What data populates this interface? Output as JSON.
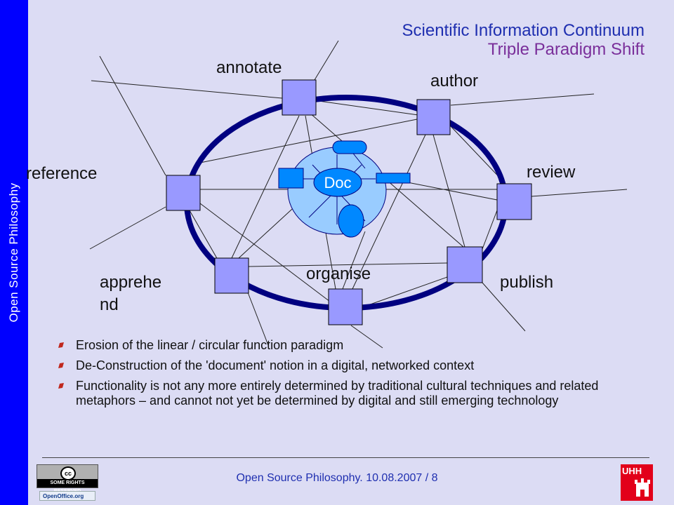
{
  "sidebar": {
    "text": "Open Source Philosophy"
  },
  "title": {
    "line1": "Scientific Information Continuum",
    "line2": "Triple Paradigm Shift"
  },
  "diagram": {
    "center_label": "Doc",
    "nodes": {
      "annotate": "annotate",
      "author": "author",
      "reference": "reference",
      "review": "review",
      "apprehend_line1": "apprehe",
      "apprehend_line2": "nd",
      "organise": "organise",
      "publish": "publish"
    },
    "colors": {
      "ring": "#000080",
      "node_fill": "#9999ff",
      "core_fill": "#99ccff",
      "inner_fill": "#0088ff",
      "line": "#222222"
    }
  },
  "bullets": [
    "Erosion of the linear / circular function paradigm",
    "De-Construction of the 'document' notion in a digital, networked context",
    "Functionality is not any more entirely determined by traditional cultural techniques and related metaphors – and cannot not yet be determined by digital and still emerging technology"
  ],
  "footer": {
    "text": "Open Source Philosophy. 10.08.2007 / 8",
    "cc_badge": "SOME RIGHTS RESERVED",
    "cc_symbol": "cc",
    "openoffice_badge": "OpenOffice.org",
    "uhh_logo": "UHH"
  }
}
